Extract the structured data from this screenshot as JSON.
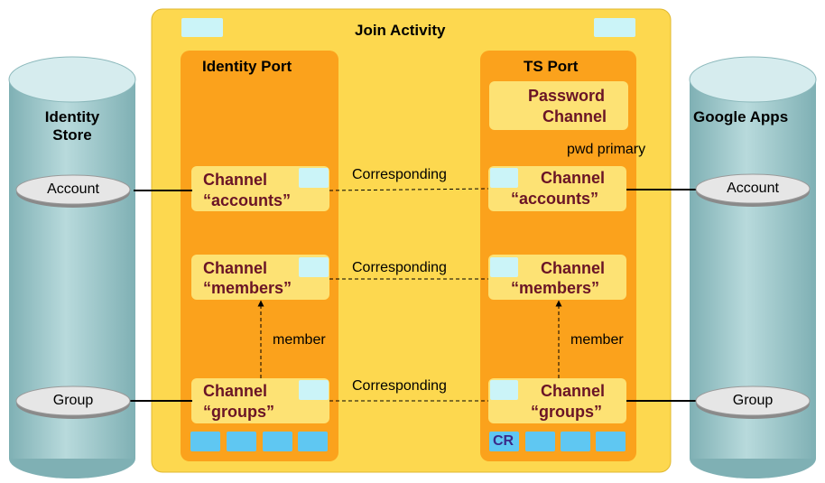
{
  "title": "Join Activity",
  "identity_store": {
    "label": "Identity\nStore",
    "account": "Account",
    "group": "Group"
  },
  "google_apps": {
    "label": "Google Apps",
    "account": "Account",
    "group": "Group"
  },
  "identity_port": {
    "title": "Identity Port",
    "channels": [
      {
        "line1": "Channel",
        "line2": "“accounts”"
      },
      {
        "line1": "Channel",
        "line2": "“members”"
      },
      {
        "line1": "Channel",
        "line2": "“groups”"
      }
    ],
    "member_label": "member"
  },
  "ts_port": {
    "title": "TS Port",
    "password_channel": {
      "line1": "Password",
      "line2": "Channel"
    },
    "pwd_primary": "pwd primary",
    "channels": [
      {
        "line1": "Channel",
        "line2": "“accounts”"
      },
      {
        "line1": "Channel",
        "line2": "“members”"
      },
      {
        "line1": "Channel",
        "line2": "“groups”"
      }
    ],
    "member_label": "member",
    "cr_label": "CR"
  },
  "corresponding_labels": [
    "Corresponding",
    "Corresponding",
    "Corresponding"
  ],
  "colors": {
    "cylinder_body": "#9ec5c8",
    "cylinder_top": "#d6ecee",
    "activity_bg": "#fdd84f",
    "port_bg": "#fba21c",
    "channel_bg": "#fde274",
    "channel_text": "#6a1426",
    "slot": "#5fc7f2",
    "slot_light": "#cbf4f8"
  }
}
